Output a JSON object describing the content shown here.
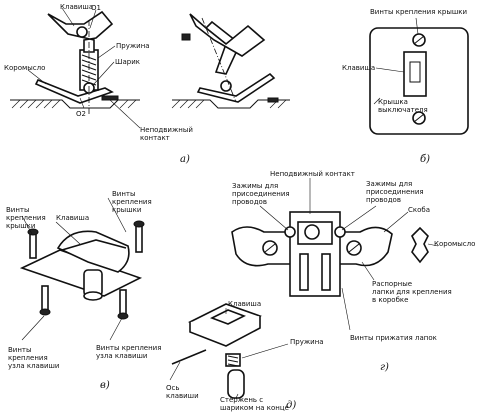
{
  "panel_a": {
    "label_key": "Клавиша",
    "label_o1": "О1",
    "label_spring": "Пружина",
    "label_ball": "Шарик",
    "label_rocker": "Коромысло",
    "label_o2": "О2",
    "label_fixed_contact": [
      "Неподвижный",
      "контакт"
    ],
    "caption": "а)"
  },
  "panel_b": {
    "label_cover_screws": "Винты крепления крышки",
    "label_key": "Клавиша",
    "label_cover": [
      "Крышка",
      "выключателя"
    ],
    "caption": "б)"
  },
  "panel_v": {
    "label_cover_screws_right": [
      "Винты",
      "крепления",
      "крышки"
    ],
    "label_cover_screws_left": [
      "Винты",
      "крепления",
      "крышки"
    ],
    "label_key": "Клавиша",
    "label_key_unit_screws_left": [
      "Винты",
      "крепления",
      "узла клавиши"
    ],
    "label_key_unit_screws_right": [
      "Винты крепления",
      "узла клавиши"
    ],
    "caption": "в)"
  },
  "panel_g": {
    "label_fixed_contact": "Неподвижный контакт",
    "label_clamps_left": [
      "Зажимы для",
      "присоединения",
      "проводов"
    ],
    "label_clamps_right": [
      "Зажимы для",
      "присоединения",
      "проводов"
    ],
    "label_bracket": "Скоба",
    "label_rocker": "Коромысло",
    "label_spacer_tabs": [
      "Распорные",
      "лапки для крепления",
      "в коробке"
    ],
    "label_tab_screws": "Винты прижатия лапок",
    "caption": "г)"
  },
  "panel_d": {
    "label_key": "Клавиша",
    "label_spring": "Пружина",
    "label_axis": [
      "Ось",
      "клавиши"
    ],
    "label_rod": [
      "Стержень с",
      "шариком на конце"
    ],
    "caption": "д)"
  }
}
